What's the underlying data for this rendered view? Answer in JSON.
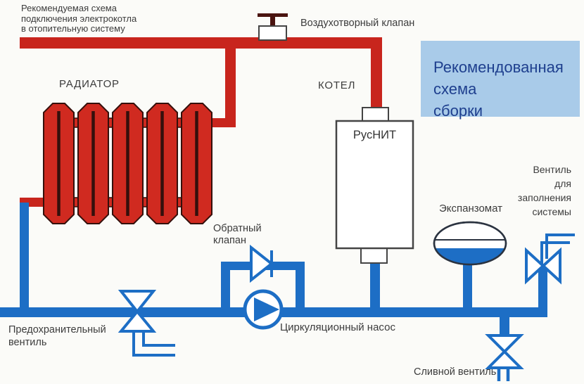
{
  "diagram_title": "Рекомендуемая схема\nподключения электрокотла\nв отопительную систему",
  "side_box": {
    "text": "Рекомендованная\nсхема\nсборки"
  },
  "labels": {
    "air_valve": "Воздухотворный клапан",
    "radiator": "РАДИАТОР",
    "boiler": "КОТЕЛ",
    "boiler_brand": "РусНИТ",
    "check_valve": "Обратный\nклапан",
    "expansion_tank": "Экспанзомат",
    "fill_valve": "Вентиль\nдля\nзаполнения\nсистемы",
    "safety_valve": "Предохранительный\nвентиль",
    "pump": "Циркуляционный насос",
    "drain_valve": "Сливной вентиль"
  },
  "colors": {
    "pipe-red": "#c8251d",
    "radiator-red": "#d02a20",
    "radiator-outline": "#35100c",
    "pipe-blue": "#1d6ec5",
    "box-bg": "#a9cbe9",
    "box-text": "#1e3f8e",
    "label-text": "#3c3c3c",
    "outline-dark": "#444444",
    "tank-outline": "#2b3340",
    "valve-handle": "#4a1410",
    "bg": "#fbfbf8"
  }
}
